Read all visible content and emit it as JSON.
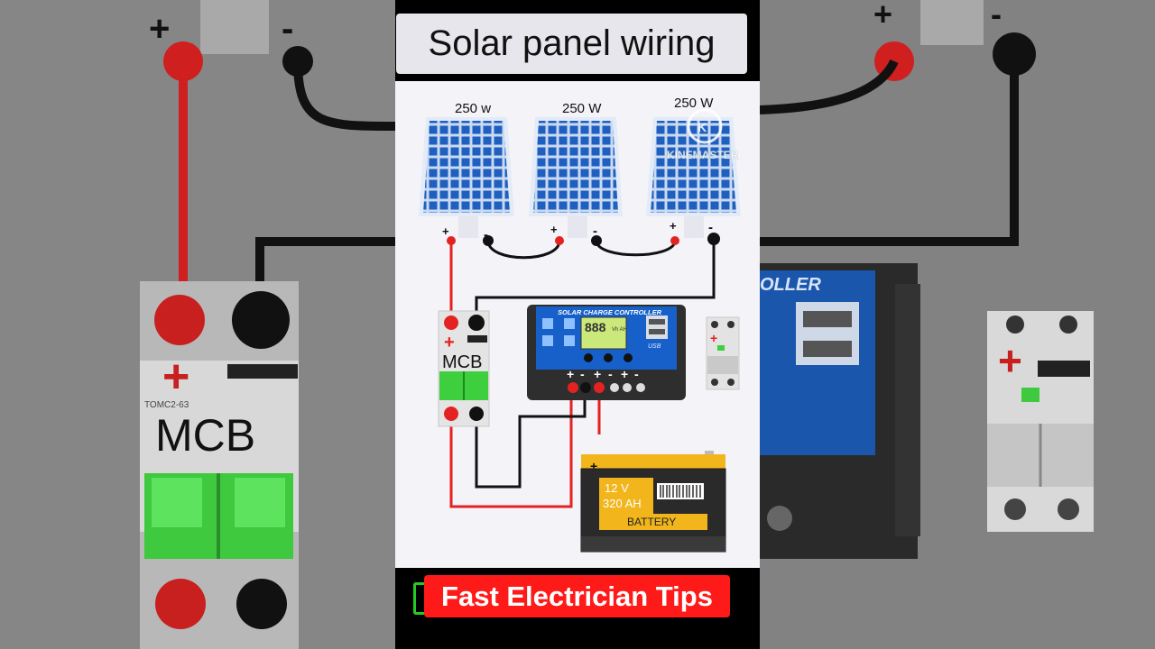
{
  "title": "Solar panel wiring",
  "panels": [
    {
      "label": "250 w"
    },
    {
      "label": "250 W"
    },
    {
      "label": "250 W"
    }
  ],
  "watermark": {
    "text": "KINEMASTER"
  },
  "controller": {
    "label": "SOLAR CHARGE CONTROLLER",
    "display": "888",
    "units": "Vh AH",
    "usb": "USB"
  },
  "mcb": {
    "label": "MCB"
  },
  "battery": {
    "voltage": "12 V",
    "capacity": "320 AH",
    "label": "BATTERY"
  },
  "symbols": {
    "plus": "+",
    "minus": "-"
  },
  "background_text": {
    "mcb": "MCB",
    "controller": "OLLER",
    "mcb_model": "TOMC2-63"
  },
  "channel": {
    "name": "Fast Electrician Tips"
  },
  "colors": {
    "positive_wire": "#e52222",
    "negative_wire": "#111111",
    "panel_blue": "#1f5fbf",
    "controller_blue": "#1760c9",
    "battery_gold": "#f2b61c",
    "mcb_green": "#3ecf3e",
    "brand_red": "#ff1a1a"
  }
}
